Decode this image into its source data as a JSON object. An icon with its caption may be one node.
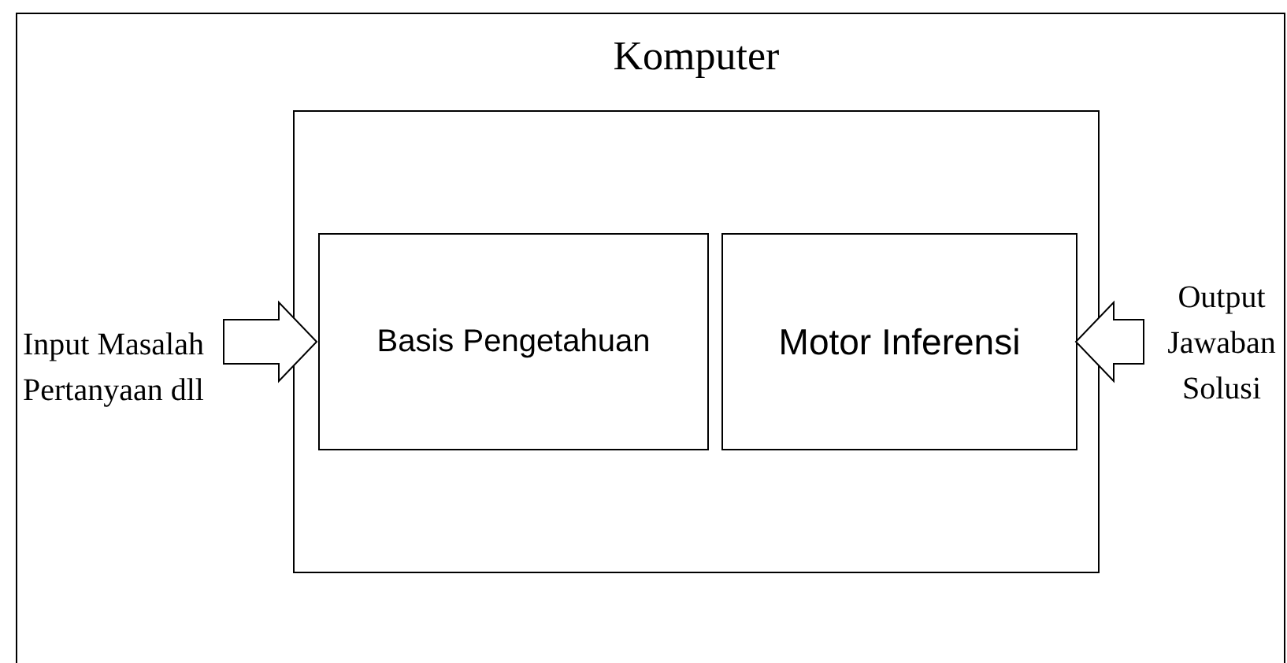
{
  "diagram": {
    "nodes": [
      {
        "text": [
          "Komputer"
        ]
      },
      {
        "text": [
          "Basis Pengetahuan"
        ],
        "in": 0
      },
      {
        "text": [
          "Motor Inferensi"
        ],
        "in": 0
      },
      {
        "text": [
          "Input Masalah Pertanyaan dll"
        ]
      },
      {
        "text": [
          "Output Jawaban Solusi"
        ]
      }
    ],
    "edges": [
      {
        "from": 3,
        "to": 1,
        "arrow": "to",
        "style": "thick"
      },
      {
        "from": 4,
        "to": 2,
        "arrow": "to",
        "style": "thick"
      }
    ]
  }
}
